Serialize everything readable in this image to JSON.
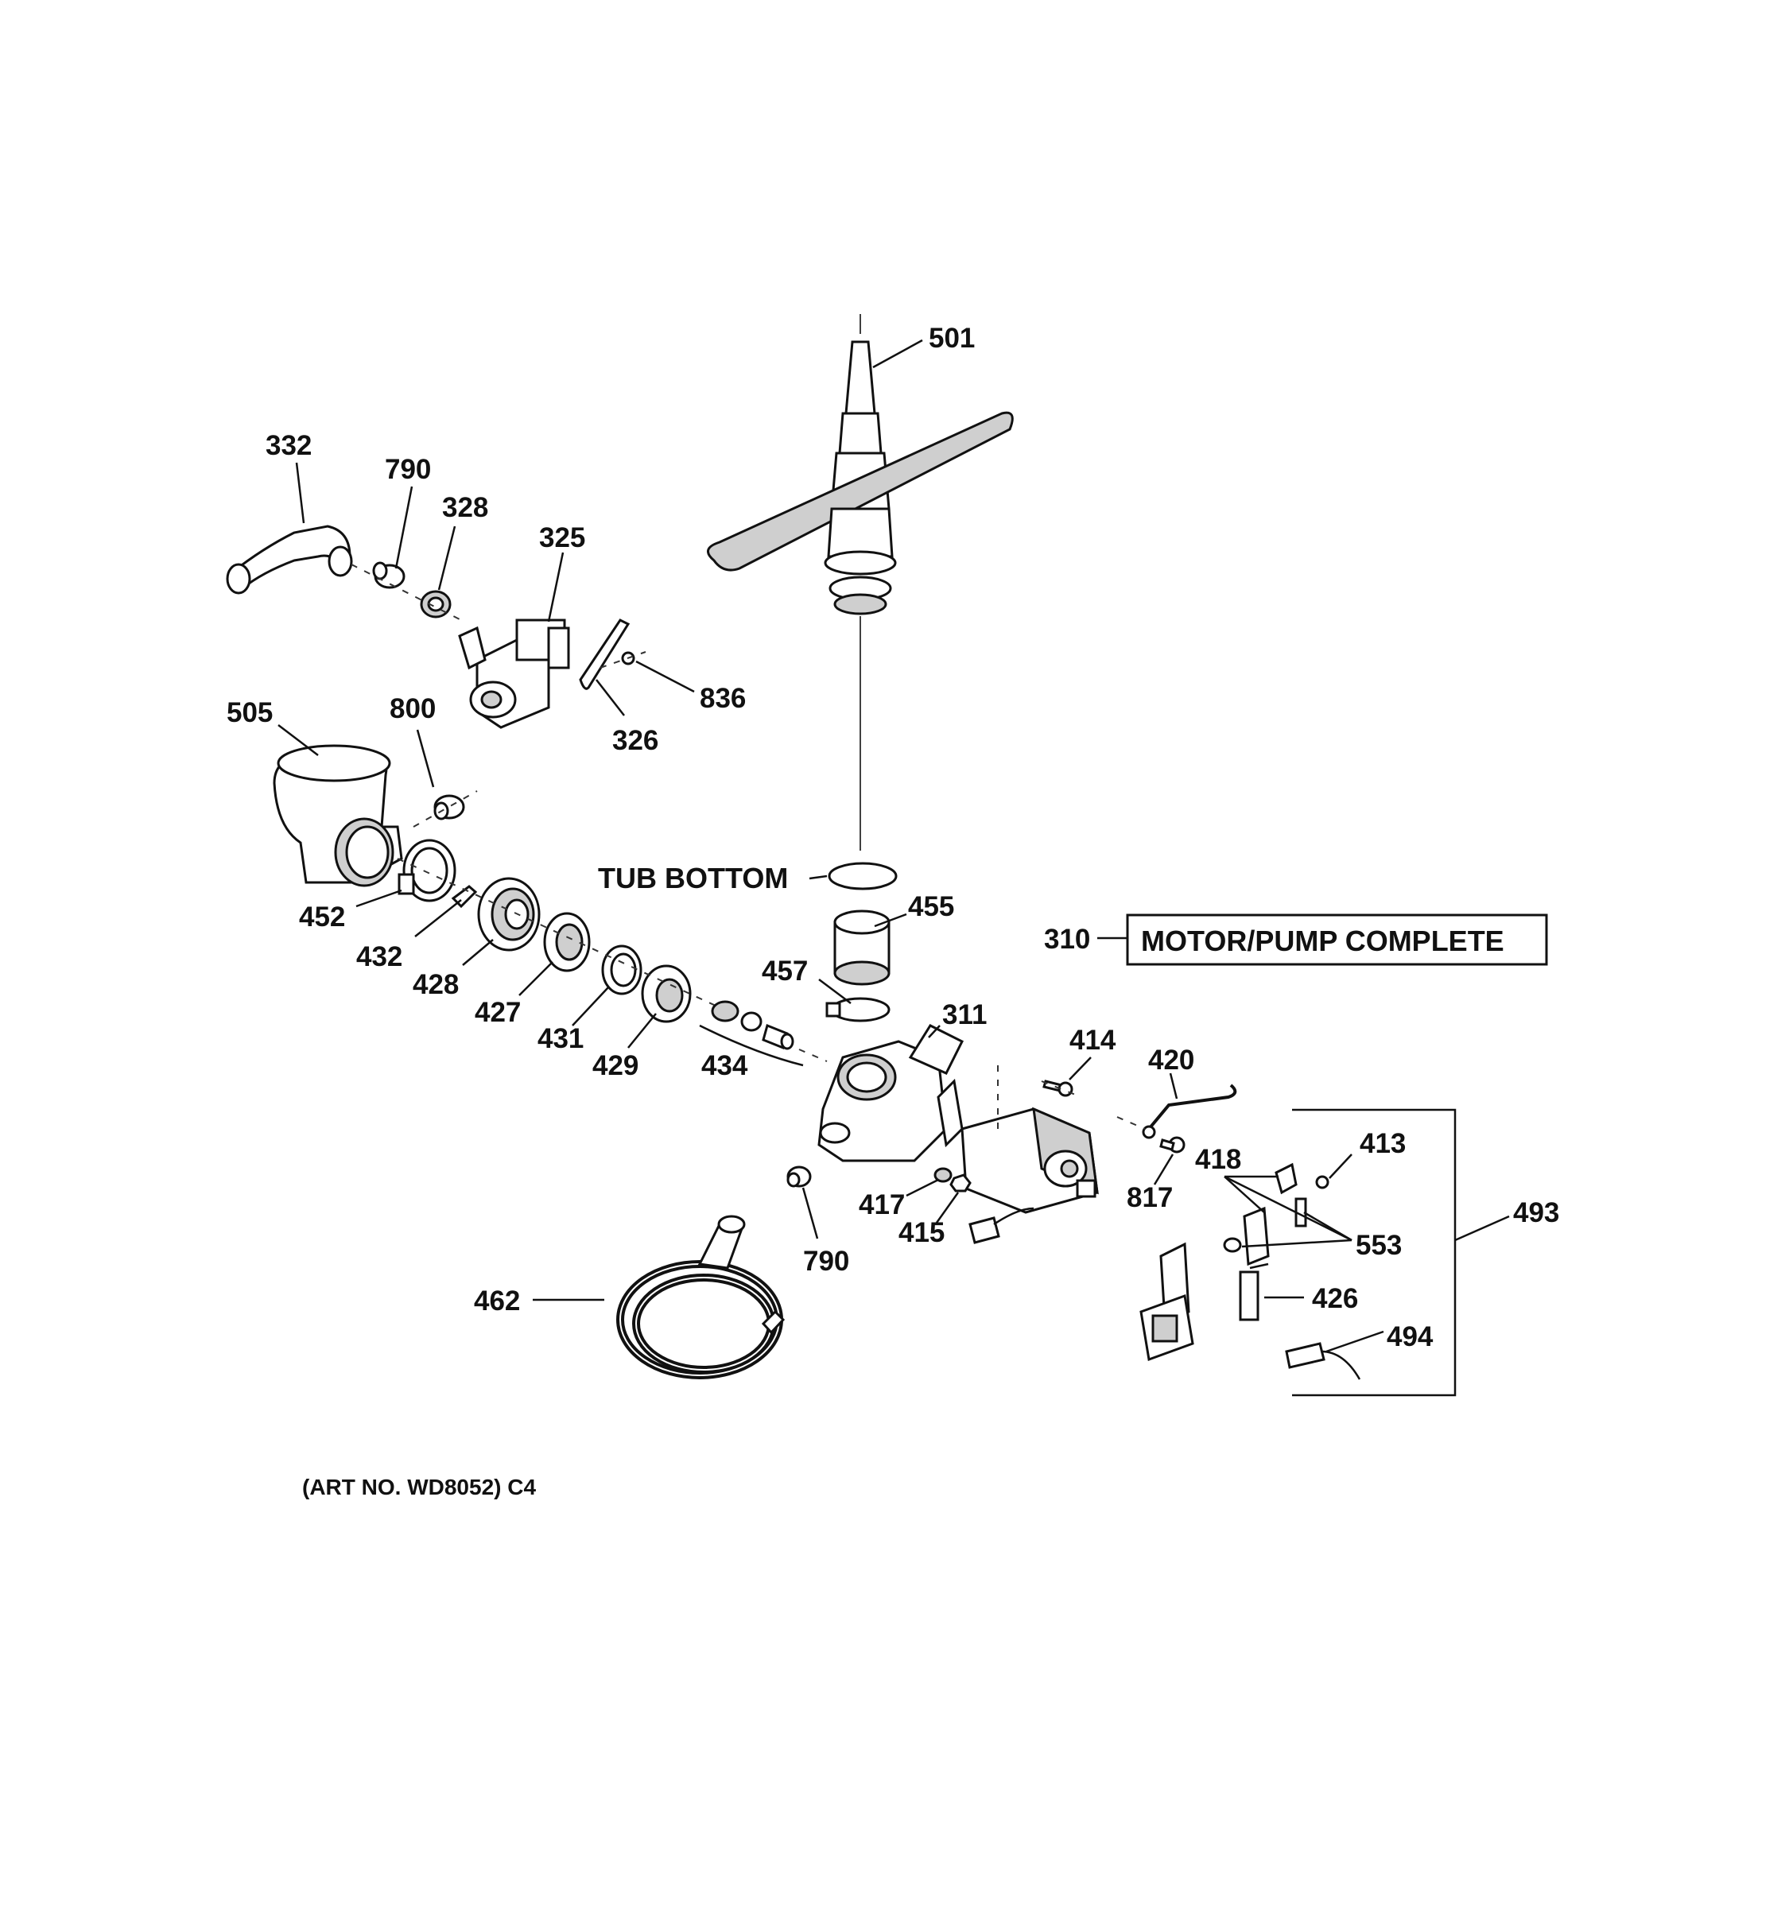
{
  "callouts": {
    "p501": "501",
    "p332": "332",
    "p790a": "790",
    "p328": "328",
    "p325": "325",
    "p836": "836",
    "p326": "326",
    "p505": "505",
    "p800": "800",
    "p452": "452",
    "p432": "432",
    "p428": "428",
    "p427": "427",
    "p431": "431",
    "p429": "429",
    "p434": "434",
    "p455": "455",
    "p457": "457",
    "p311": "311",
    "p414": "414",
    "p420": "420",
    "p817": "817",
    "p418": "418",
    "p413": "413",
    "p553": "553",
    "p493": "493",
    "p426": "426",
    "p494": "494",
    "p417": "417",
    "p415": "415",
    "p790b": "790",
    "p462": "462",
    "p310": "310"
  },
  "tub_bottom_label": "TUB BOTTOM",
  "motor_pump_label": "MOTOR/PUMP COMPLETE",
  "art_number": "(ART NO. WD8052) C4"
}
